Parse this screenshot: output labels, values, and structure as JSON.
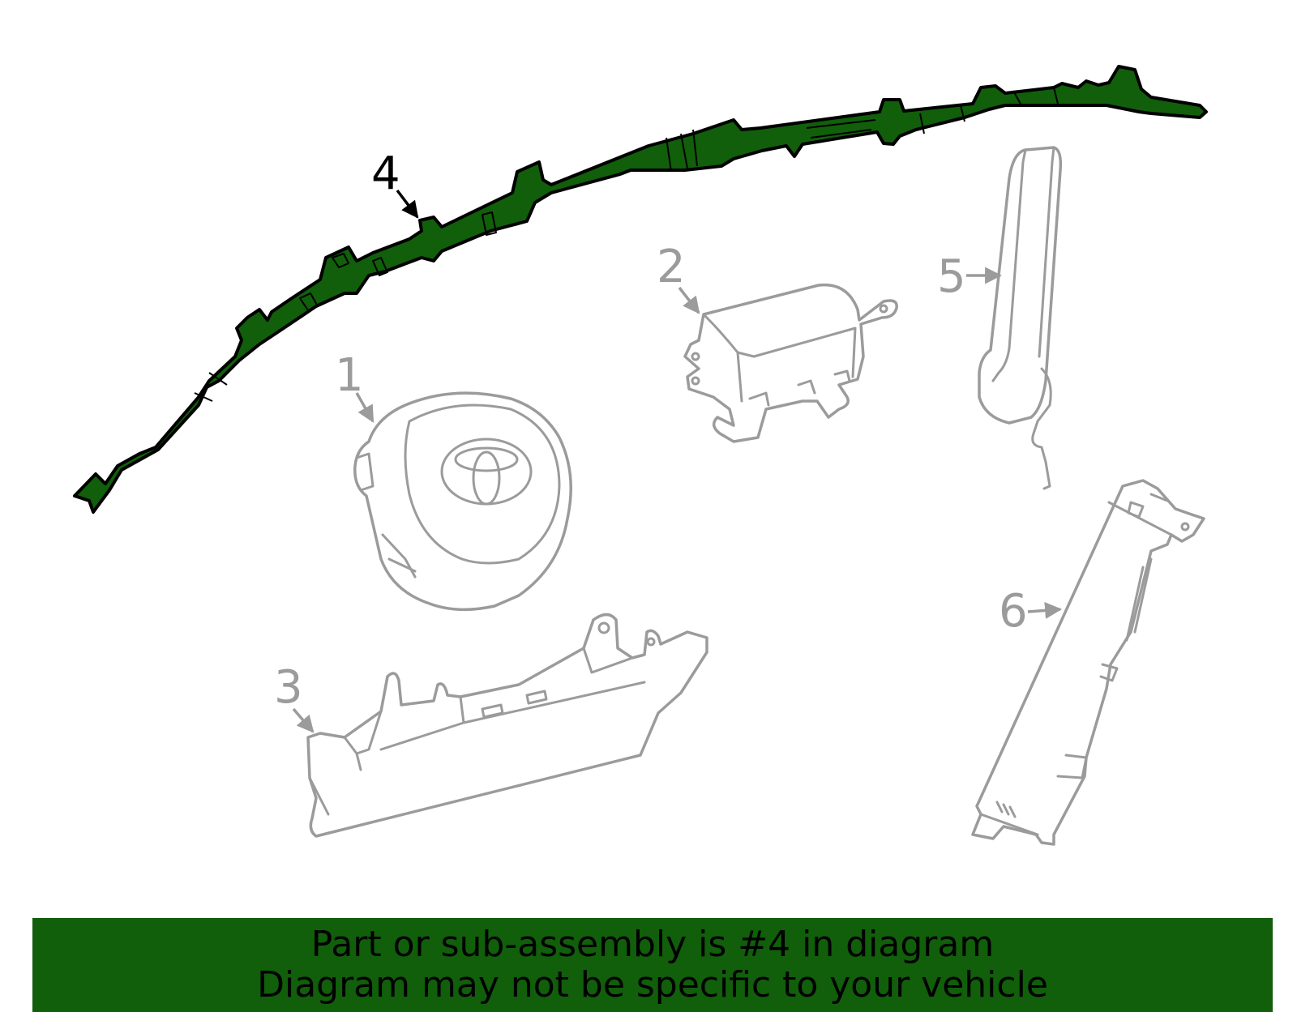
{
  "diagram": {
    "callouts": [
      {
        "id": "1",
        "label": "1"
      },
      {
        "id": "2",
        "label": "2"
      },
      {
        "id": "3",
        "label": "3"
      },
      {
        "id": "4",
        "label": "4"
      },
      {
        "id": "5",
        "label": "5"
      },
      {
        "id": "6",
        "label": "6"
      }
    ],
    "highlighted_part": "4",
    "highlight_color": "#115e0b",
    "outline_color": "#9b9b9b"
  },
  "banner": {
    "line1": "Part or sub-assembly is #4 in diagram",
    "line2": "Diagram may not be specific to your vehicle",
    "background": "#115e0b"
  }
}
